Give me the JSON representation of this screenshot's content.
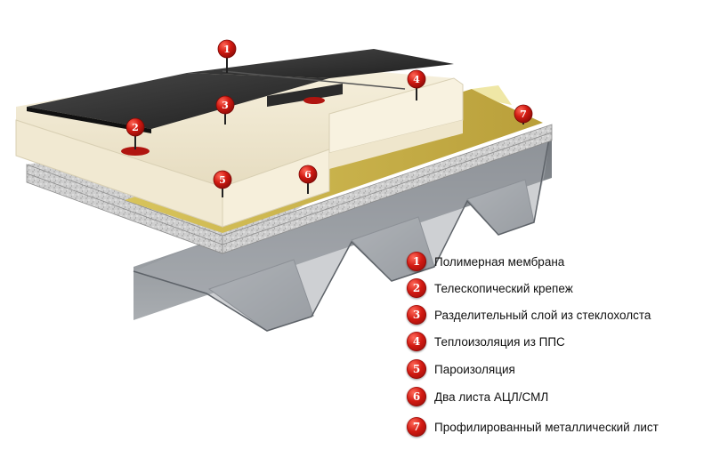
{
  "markers": [
    {
      "num": "1"
    },
    {
      "num": "2"
    },
    {
      "num": "3"
    },
    {
      "num": "4"
    },
    {
      "num": "5"
    },
    {
      "num": "6"
    },
    {
      "num": "7"
    }
  ],
  "legend": [
    {
      "num": "1",
      "label": "Полимерная мембрана"
    },
    {
      "num": "2",
      "label": "Телескопический крепеж"
    },
    {
      "num": "3",
      "label": "Разделительный слой из стеклохолста"
    },
    {
      "num": "4",
      "label": "Теплоизоляция из ППС"
    },
    {
      "num": "5",
      "label": "Пароизоляция"
    },
    {
      "num": "6",
      "label": "Два листа АЦЛ/СМЛ"
    },
    {
      "num": "7",
      "label": "Профилированный металлический лист"
    }
  ],
  "colors": {
    "marker_red": "#d21a12",
    "membrane": "#2a2a2a",
    "insulation": "#f3ecd6",
    "vapor_barrier": "#c9b24a",
    "board": "#cfcfcf",
    "metal_deck": "#9aa0a6"
  }
}
